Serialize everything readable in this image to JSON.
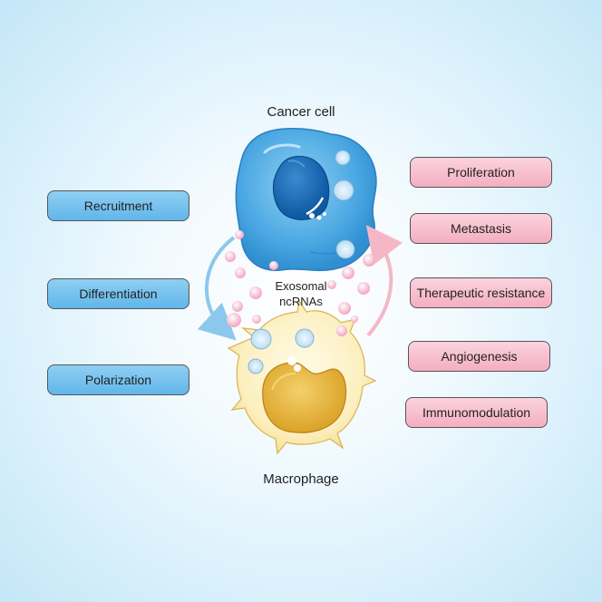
{
  "title_cancer": "Cancer cell",
  "title_macrophage": "Macrophage",
  "center_label": {
    "line1": "Exosomal",
    "line2": "ncRNAs"
  },
  "left_items": [
    "Recruitment",
    "Differentiation",
    "Polarization"
  ],
  "right_items": [
    "Proliferation",
    "Metastasis",
    "Therapeutic resistance",
    "Angiogenesis",
    "Immunomodulation"
  ],
  "colors": {
    "left_pill": "#6bbaec",
    "right_pill": "#f6b4c6",
    "cancer_cell": "#45a2df",
    "nucleus": "#1e6fb4",
    "macrophage": "#fbecb6",
    "macrophage_nucleus": "#e8b63a",
    "arrow_left": "#8cc8ee",
    "arrow_right": "#f5b7c6",
    "vesicle": "#f7bfd3"
  }
}
